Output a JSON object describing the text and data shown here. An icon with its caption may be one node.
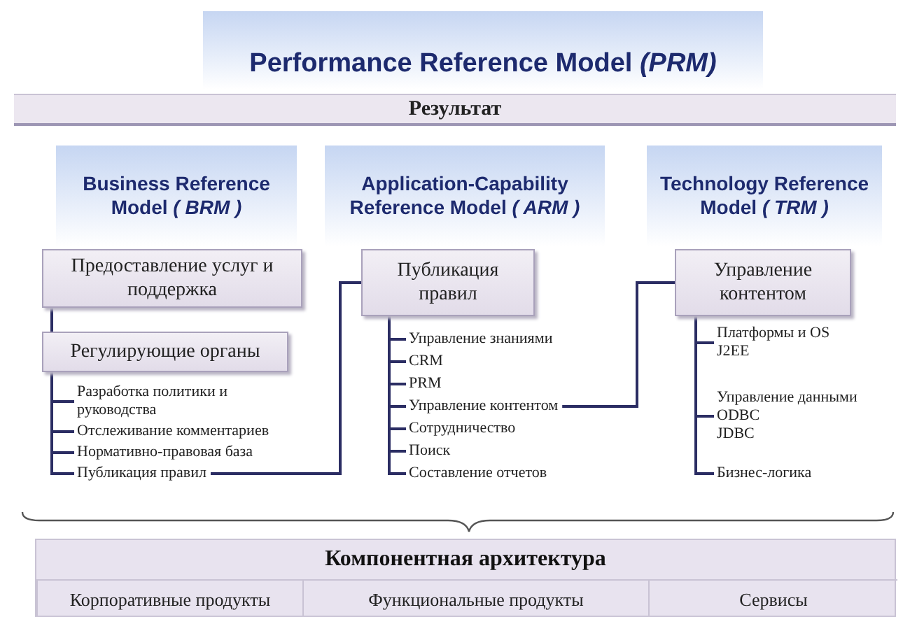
{
  "diagram": {
    "nodes": [
      {
        "text": [
          "Performance Reference Model *(PRM)*"
        ]
      },
      {
        "text": [
          "Результат"
        ]
      },
      {
        "text": [
          "Business Reference Model *( BRM )*"
        ]
      },
      {
        "text": [
          "Application-Capability Reference Model *( ARM )*"
        ]
      },
      {
        "text": [
          "Technology Reference Model *( TRM )*"
        ]
      },
      {
        "text": [
          "Предоставление услуг и поддержка"
        ]
      },
      {
        "text": [
          "Регулирующие органы"
        ]
      },
      {
        "text": [
          "Разработка политики и руководства"
        ]
      },
      {
        "text": [
          "Отслеживание комментариев"
        ]
      },
      {
        "text": [
          "Нормативно-правовая база"
        ]
      },
      {
        "text": [
          "Публикация правил"
        ]
      },
      {
        "text": [
          "Публикация правил"
        ]
      },
      {
        "text": [
          "Управление знаниями"
        ]
      },
      {
        "text": [
          "CRM"
        ]
      },
      {
        "text": [
          "PRM"
        ]
      },
      {
        "text": [
          "Управление контентом"
        ]
      },
      {
        "text": [
          "Сотрудничество"
        ]
      },
      {
        "text": [
          "Поиск"
        ]
      },
      {
        "text": [
          "Составление отчетов"
        ]
      },
      {
        "text": [
          "Управление контентом"
        ]
      },
      {
        "text": [
          "Платформы и OS",
          "J2EE"
        ]
      },
      {
        "text": [
          "Управление данными",
          "ODBC",
          "JDBC"
        ]
      },
      {
        "text": [
          "Бизнес-логика"
        ]
      },
      {
        "text": [
          "Компонентная архитектура"
        ]
      },
      {
        "text": [
          "Корпоративные продукты"
        ],
        "in": 23
      },
      {
        "text": [
          "Функциональные продукты"
        ],
        "in": 23
      },
      {
        "text": [
          "Сервисы"
        ],
        "in": 23
      }
    ],
    "edges": [
      {
        "from": 5,
        "to": 6,
        "arrow": "none"
      },
      {
        "from": 6,
        "to": 7,
        "arrow": "none"
      },
      {
        "from": 6,
        "to": 8,
        "arrow": "none"
      },
      {
        "from": 6,
        "to": 9,
        "arrow": "none"
      },
      {
        "from": 6,
        "to": 10,
        "arrow": "none"
      },
      {
        "from": 10,
        "to": 11,
        "arrow": "none"
      },
      {
        "from": 11,
        "to": 12,
        "arrow": "none"
      },
      {
        "from": 11,
        "to": 13,
        "arrow": "none"
      },
      {
        "from": 11,
        "to": 14,
        "arrow": "none"
      },
      {
        "from": 11,
        "to": 15,
        "arrow": "none"
      },
      {
        "from": 11,
        "to": 16,
        "arrow": "none"
      },
      {
        "from": 11,
        "to": 17,
        "arrow": "none"
      },
      {
        "from": 11,
        "to": 18,
        "arrow": "none"
      },
      {
        "from": 15,
        "to": 19,
        "arrow": "none"
      },
      {
        "from": 19,
        "to": 20,
        "arrow": "none"
      },
      {
        "from": 19,
        "to": 21,
        "arrow": "none"
      },
      {
        "from": 19,
        "to": 22,
        "arrow": "none"
      }
    ]
  }
}
